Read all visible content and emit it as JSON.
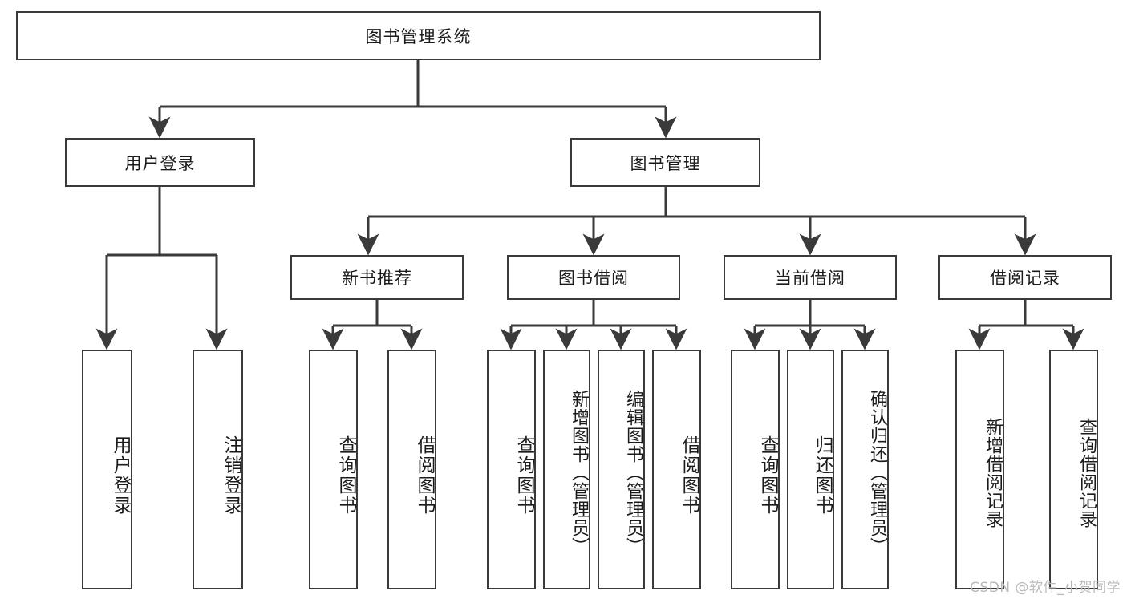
{
  "diagram": {
    "title": "图书管理系统",
    "type": "tree",
    "watermark": "CSDN @软件_小贺同学",
    "colors": {
      "node_border": "#3a3a3a",
      "node_fill": "#ffffff",
      "edge": "#3a3a3a",
      "text": "#1b1b1b",
      "watermark": "#b9b9b9",
      "background": "#ffffff"
    },
    "root": {
      "id": "root",
      "label": "图书管理系统",
      "orientation": "horizontal"
    },
    "level2": [
      {
        "id": "user-login",
        "label": "用户登录",
        "orientation": "horizontal"
      },
      {
        "id": "book-management",
        "label": "图书管理",
        "orientation": "horizontal"
      }
    ],
    "level3": [
      {
        "id": "new-book-recommend",
        "label": "新书推荐",
        "orientation": "horizontal",
        "parent": "book-management"
      },
      {
        "id": "book-borrow",
        "label": "图书借阅",
        "orientation": "horizontal",
        "parent": "book-management"
      },
      {
        "id": "current-borrow",
        "label": "当前借阅",
        "orientation": "horizontal",
        "parent": "book-management"
      },
      {
        "id": "borrow-record",
        "label": "借阅记录",
        "orientation": "horizontal",
        "parent": "book-management"
      }
    ],
    "leaves": [
      {
        "id": "leaf-user-login",
        "label": "用户登录",
        "parent": "user-login",
        "orientation": "vertical"
      },
      {
        "id": "leaf-user-logout",
        "label": "注销登录",
        "parent": "user-login",
        "orientation": "vertical"
      },
      {
        "id": "leaf-query-book-1",
        "label": "查询图书",
        "parent": "new-book-recommend",
        "orientation": "vertical"
      },
      {
        "id": "leaf-borrow-book-1",
        "label": "借阅图书",
        "parent": "new-book-recommend",
        "orientation": "vertical"
      },
      {
        "id": "leaf-query-book-2",
        "label": "查询图书",
        "parent": "book-borrow",
        "orientation": "vertical"
      },
      {
        "id": "leaf-add-book",
        "label": "新增图书（管理员）",
        "parent": "book-borrow",
        "orientation": "vertical"
      },
      {
        "id": "leaf-edit-book",
        "label": "编辑图书（管理员）",
        "parent": "book-borrow",
        "orientation": "vertical"
      },
      {
        "id": "leaf-borrow-book-2",
        "label": "借阅图书",
        "parent": "book-borrow",
        "orientation": "vertical"
      },
      {
        "id": "leaf-query-book-3",
        "label": "查询图书",
        "parent": "current-borrow",
        "orientation": "vertical"
      },
      {
        "id": "leaf-return-book",
        "label": "归还图书",
        "parent": "current-borrow",
        "orientation": "vertical"
      },
      {
        "id": "leaf-confirm-return",
        "label": "确认归还（管理员）",
        "parent": "current-borrow",
        "orientation": "vertical"
      },
      {
        "id": "leaf-add-record",
        "label": "新增借阅记录",
        "parent": "borrow-record",
        "orientation": "vertical"
      },
      {
        "id": "leaf-query-record",
        "label": "查询借阅记录",
        "parent": "borrow-record",
        "orientation": "vertical"
      }
    ]
  }
}
